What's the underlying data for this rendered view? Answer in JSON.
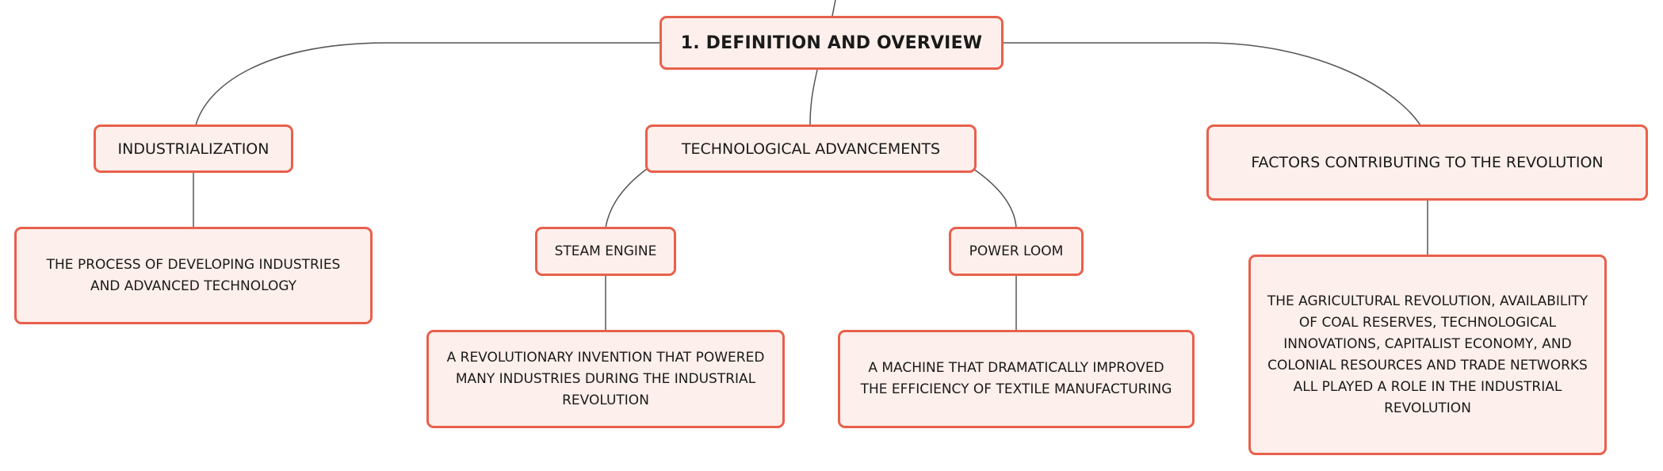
{
  "colors": {
    "node_border": "#e8604c",
    "node_fill": "#fdefeb",
    "edge": "#555555"
  },
  "mindmap": {
    "root": "1. DEFINITION AND OVERVIEW",
    "branches": [
      {
        "title": "INDUSTRIALIZATION",
        "description": "THE PROCESS OF DEVELOPING INDUSTRIES AND ADVANCED TECHNOLOGY"
      },
      {
        "title": "TECHNOLOGICAL ADVANCEMENTS",
        "children": [
          {
            "title": "STEAM ENGINE",
            "description": "A REVOLUTIONARY INVENTION THAT POWERED MANY INDUSTRIES DURING THE INDUSTRIAL REVOLUTION"
          },
          {
            "title": "POWER LOOM",
            "description": "A MACHINE THAT DRAMATICALLY IMPROVED THE EFFICIENCY OF TEXTILE MANUFACTURING"
          }
        ]
      },
      {
        "title": "FACTORS CONTRIBUTING TO THE REVOLUTION",
        "description": "THE AGRICULTURAL REVOLUTION, AVAILABILITY OF COAL RESERVES, TECHNOLOGICAL INNOVATIONS, CAPITALIST ECONOMY, AND COLONIAL RESOURCES AND TRADE NETWORKS ALL PLAYED A ROLE IN THE INDUSTRIAL REVOLUTION"
      }
    ]
  }
}
